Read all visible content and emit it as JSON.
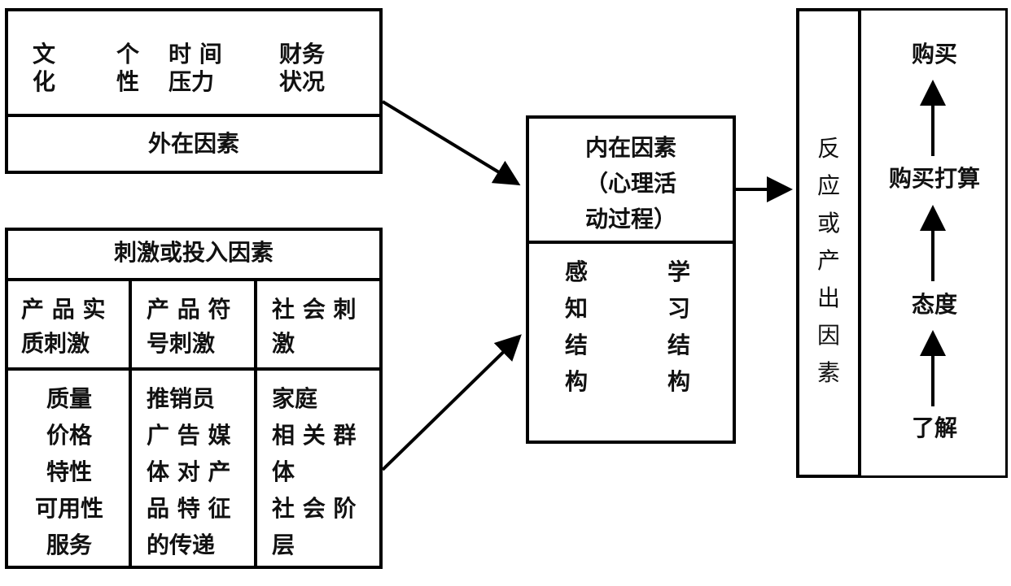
{
  "external": {
    "items": [
      "文\n化",
      "个\n性",
      "时 间\n压力",
      "财务\n状况"
    ],
    "title": "外在因素"
  },
  "stimulus": {
    "title": "刺激或投入因素",
    "columns": [
      {
        "header": "产 品 实\n质刺激",
        "items": "质量\n价格\n特性\n可用性\n服务"
      },
      {
        "header": "产 品 符\n号刺激",
        "items": "推销员\n广 告 媒\n体 对 产\n品 特 征\n的传递"
      },
      {
        "header": "社 会 刺\n激",
        "items": "家庭\n相 关 群\n体\n社 会 阶\n层"
      }
    ]
  },
  "internal": {
    "title": "内在因素\n（心理活\n动过程）",
    "left": "感\n知\n结\n构",
    "right": "学\n习\n结\n构"
  },
  "response": {
    "label": "反\n应\n或\n产\n出\n因\n素"
  },
  "stages": [
    "购买",
    "购买打算",
    "态度",
    "了解"
  ]
}
